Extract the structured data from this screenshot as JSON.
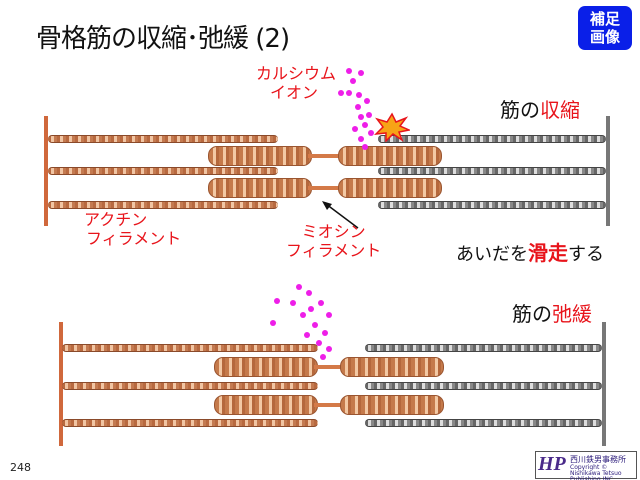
{
  "title": "骨格筋の収縮･弛緩 (2)",
  "badge": {
    "line1": "補足",
    "line2": "画像"
  },
  "top": {
    "calcium_label_1": "カルシウム",
    "calcium_label_2": "イオン",
    "heading_prefix": "筋の",
    "heading_emph": "収縮",
    "actin_label_1": "アクチン",
    "actin_label_2": "フィラメント",
    "myosin_label_1": "ミオシン",
    "myosin_label_2": "フィラメント",
    "slide_prefix": "あいだを",
    "slide_emph": "滑走",
    "slide_suffix": "する"
  },
  "bottom": {
    "heading_prefix": "筋の",
    "heading_emph": "弛緩"
  },
  "page_number": "248",
  "logo": {
    "text": "HP",
    "company": "西川鉄男事務所",
    "copyright": "Copyright © Nishikawa Tetsuo Publishing INC."
  },
  "colors": {
    "accent": "#e8141b",
    "ion": "#ee1ee8",
    "badge": "#0a1fe8"
  }
}
